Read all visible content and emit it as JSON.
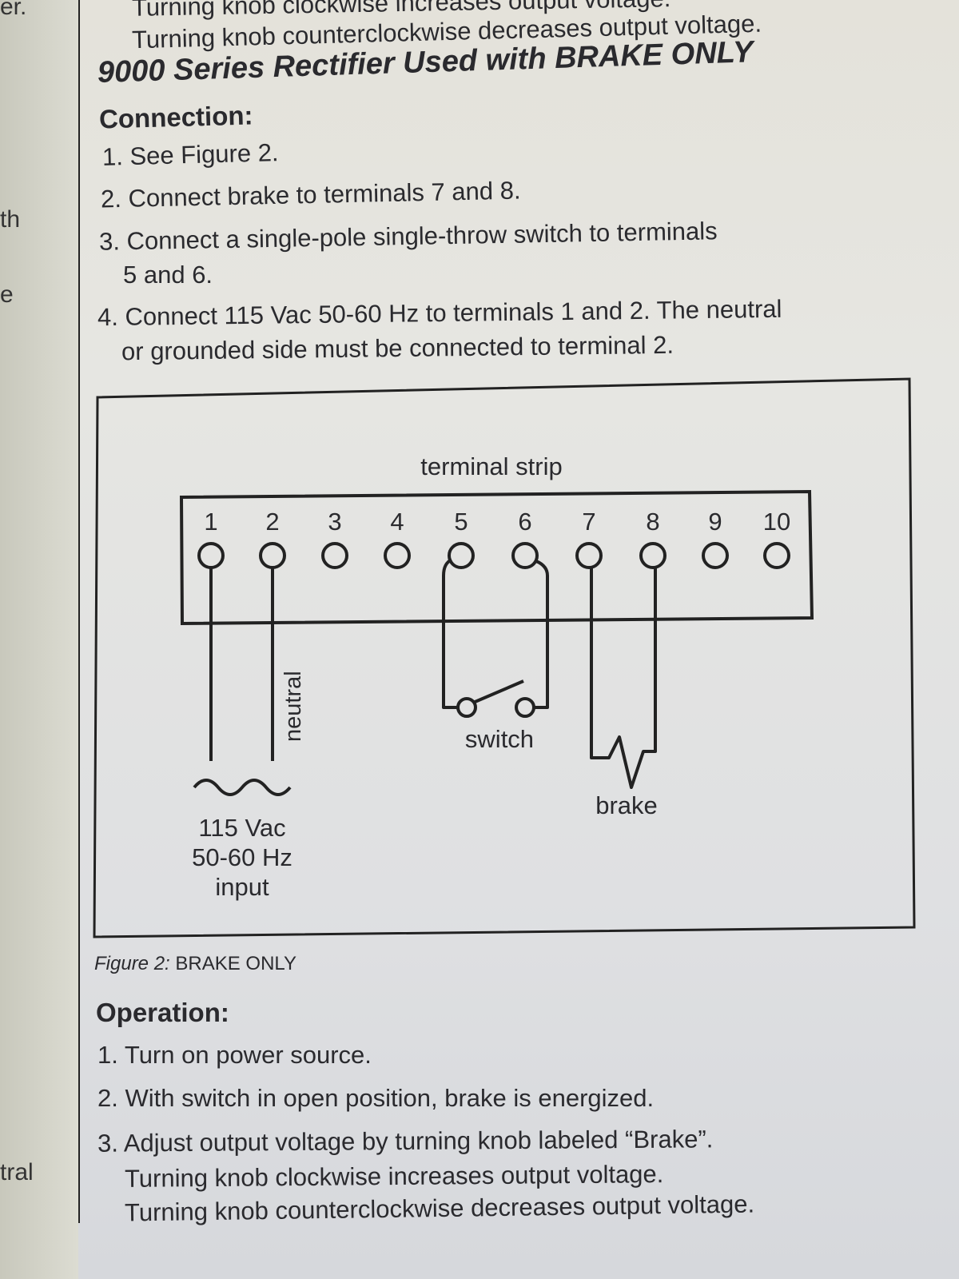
{
  "margin_fragments": [
    "er.",
    "th",
    "e",
    "tral"
  ],
  "top_text": {
    "line1": "Turning knob clockwise increases output voltage.",
    "line2": "Turning knob counterclockwise decreases output voltage."
  },
  "section_title": "9000 Series Rectifier Used with BRAKE ONLY",
  "connection": {
    "heading": "Connection:",
    "steps": [
      "1. See Figure 2.",
      "2. Connect brake to terminals 7 and 8.",
      "3. Connect a single-pole single-throw switch to terminals",
      "5 and 6.",
      "4. Connect 115 Vac 50-60 Hz to terminals 1 and 2. The neutral",
      "or grounded side must be connected to terminal 2."
    ]
  },
  "figure": {
    "strip_label": "terminal strip",
    "terminals": [
      "1",
      "2",
      "3",
      "4",
      "5",
      "6",
      "7",
      "8",
      "9",
      "10"
    ],
    "neutral_label": "neutral",
    "switch_label": "switch",
    "brake_label": "brake",
    "input_label": [
      "115 Vac",
      "50-60 Hz",
      "input"
    ],
    "caption_prefix": "Figure 2:",
    "caption_text": "BRAKE ONLY"
  },
  "operation": {
    "heading": "Operation:",
    "steps": [
      "1. Turn on power source.",
      "2. With switch in open position, brake is energized.",
      "3. Adjust output voltage by turning knob labeled “Brake”.",
      "Turning knob clockwise increases output voltage.",
      "Turning knob counterclockwise decreases output voltage."
    ]
  }
}
